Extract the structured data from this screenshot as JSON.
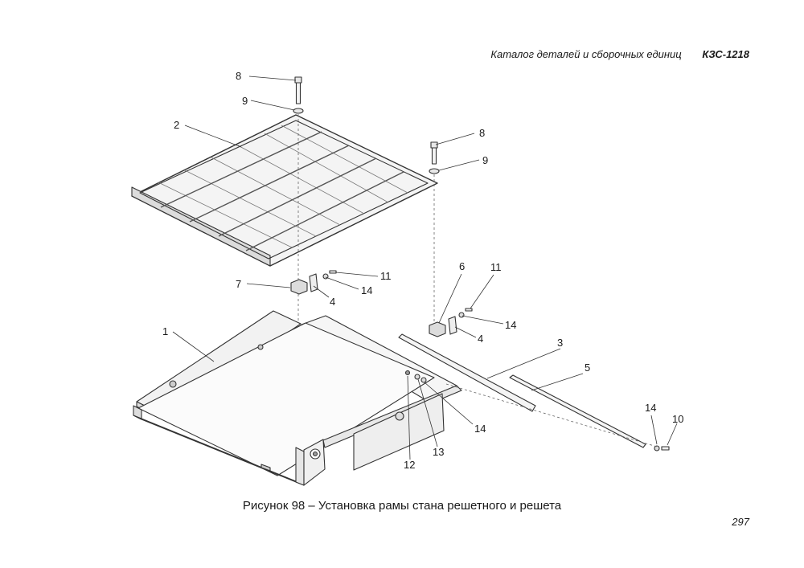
{
  "header": {
    "catalog": "Каталог деталей и сборочных единиц",
    "model": "КЗС-1218"
  },
  "figure": {
    "caption": "Рисунок 98 – Установка рамы стана решетного и решета",
    "callouts": {
      "c1": "1",
      "c2": "2",
      "c3": "3",
      "c4a": "4",
      "c4b": "4",
      "c5": "5",
      "c6": "6",
      "c7": "7",
      "c8a": "8",
      "c8b": "8",
      "c9a": "9",
      "c9b": "9",
      "c10": "10",
      "c11a": "11",
      "c11b": "11",
      "c12": "12",
      "c13": "13",
      "c14a": "14",
      "c14b": "14",
      "c14c": "14",
      "c14d": "14"
    }
  },
  "page_number": "297"
}
